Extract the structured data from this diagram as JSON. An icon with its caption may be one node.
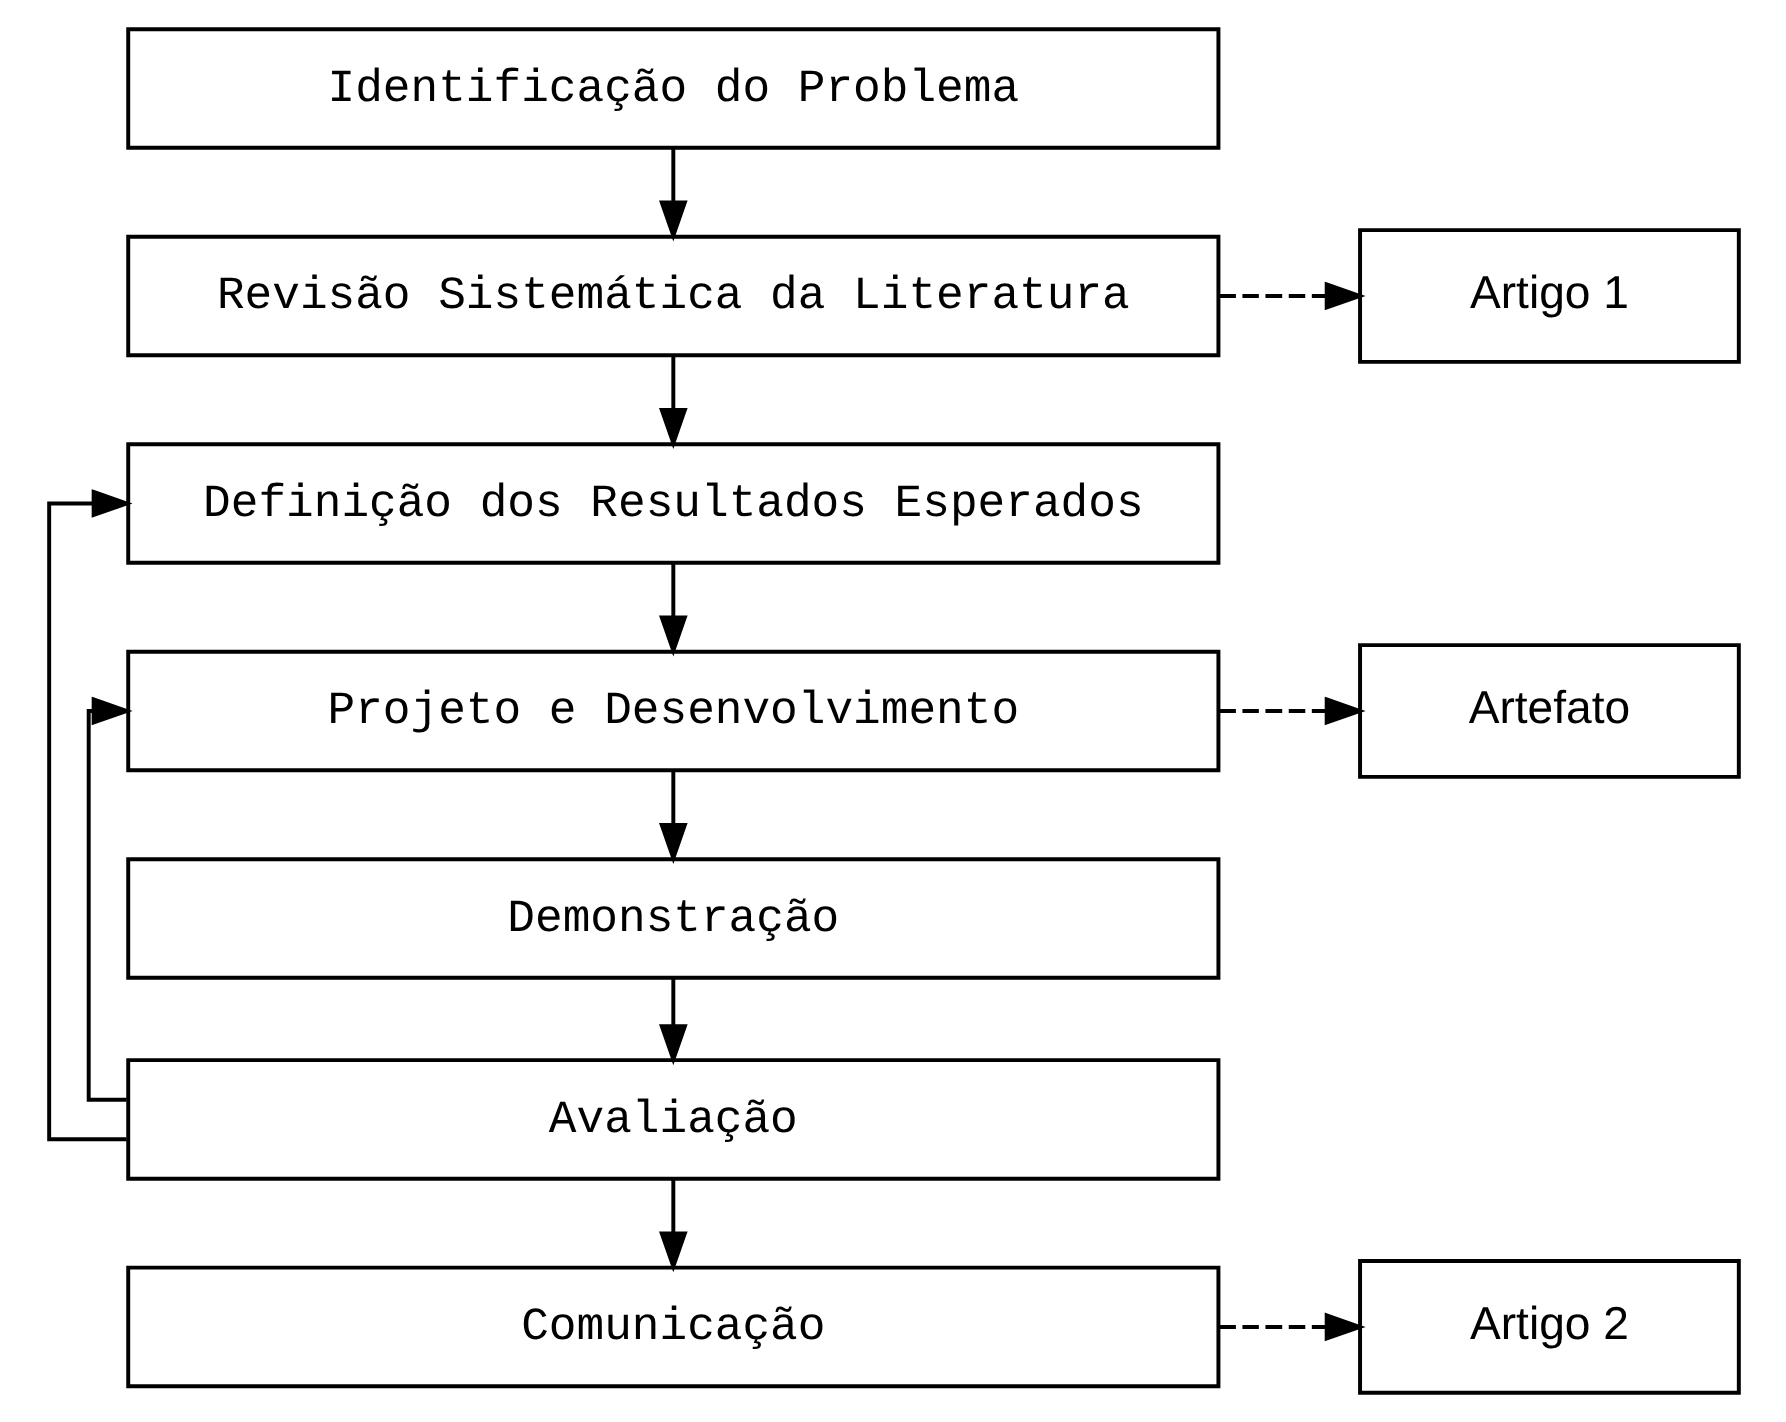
{
  "diagram": {
    "nodes": [
      {
        "text": [
          "Identificação do Problema"
        ]
      },
      {
        "text": [
          "Revisão Sistemática da Literatura"
        ]
      },
      {
        "text": [
          "Definição dos Resultados Esperados"
        ]
      },
      {
        "text": [
          "Projeto e Desenvolvimento"
        ]
      },
      {
        "text": [
          "Demonstração"
        ]
      },
      {
        "text": [
          "Avaliação"
        ]
      },
      {
        "text": [
          "Comunicação"
        ]
      },
      {
        "text": [
          "Artigo 1"
        ]
      },
      {
        "text": [
          "Artefato"
        ]
      },
      {
        "text": [
          "Artigo 2"
        ]
      }
    ],
    "edges": [
      {
        "from": 0,
        "to": 1,
        "arrow": "to"
      },
      {
        "from": 1,
        "to": 2,
        "arrow": "to"
      },
      {
        "from": 2,
        "to": 3,
        "arrow": "to"
      },
      {
        "from": 3,
        "to": 4,
        "arrow": "to"
      },
      {
        "from": 4,
        "to": 5,
        "arrow": "to"
      },
      {
        "from": 5,
        "to": 6,
        "arrow": "to"
      },
      {
        "from": 1,
        "to": 7,
        "arrow": "to",
        "style": "dashed"
      },
      {
        "from": 3,
        "to": 8,
        "arrow": "to",
        "style": "dashed"
      },
      {
        "from": 6,
        "to": 9,
        "arrow": "to",
        "style": "dashed"
      },
      {
        "from": 5,
        "to": 2,
        "arrow": "to"
      },
      {
        "from": 5,
        "to": 3,
        "arrow": "to"
      }
    ]
  }
}
